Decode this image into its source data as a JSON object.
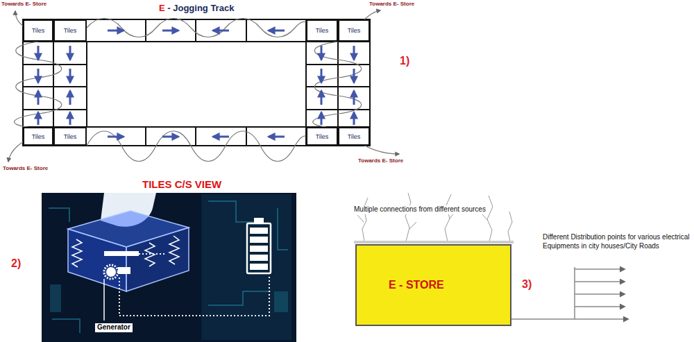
{
  "diagram": {
    "title": "E - Jogging Track",
    "nodes": [
      {
        "text": [
          "Tiles"
        ]
      },
      {
        "text": [
          "Tiles"
        ]
      },
      {
        "text": [
          "Tiles"
        ]
      },
      {
        "text": [
          "Tiles"
        ]
      },
      {
        "text": [
          "Tiles"
        ]
      },
      {
        "text": [
          "Tiles"
        ]
      },
      {
        "text": [
          "Tiles"
        ]
      },
      {
        "text": [
          "Tiles"
        ]
      },
      {
        "text": [
          "E - STORE"
        ]
      }
    ],
    "labels": [
      "Towards E- Store",
      "Towards E- Store",
      "Towards E- Store",
      "Towards E- Store",
      "1)",
      "TILES C/S VIEW",
      "2)",
      "Generator",
      "Multiple connections from different sources",
      "3)",
      "Different Distribution points for various electrical Equipments in city houses/City Roads"
    ]
  }
}
